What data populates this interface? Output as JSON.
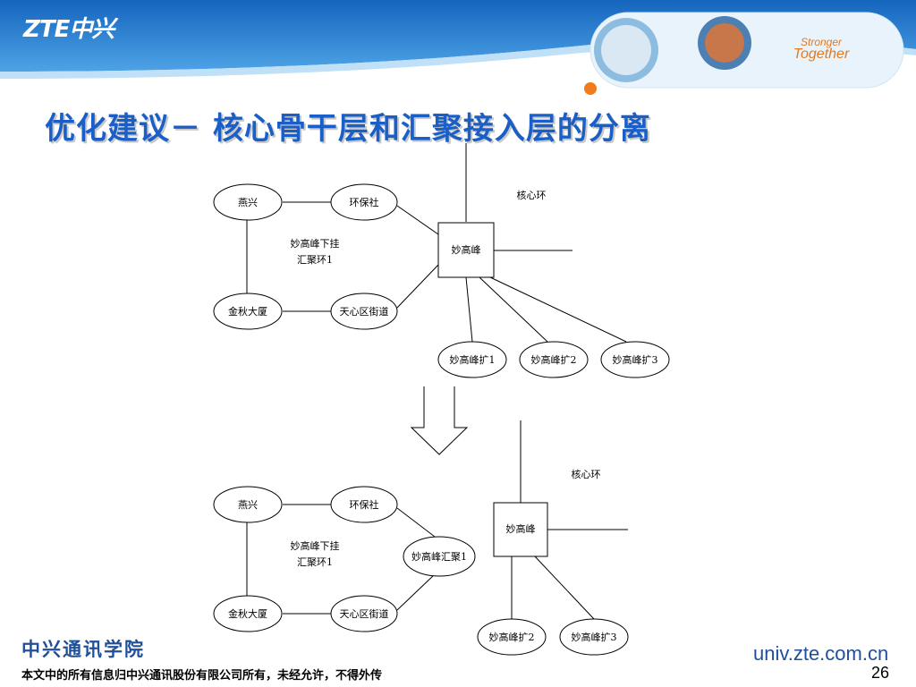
{
  "header": {
    "logo": "ZTE中兴",
    "slogan_line1": "Stronger",
    "slogan_line2": "Together"
  },
  "title": "优化建议－ 核心骨干层和汇聚接入层的分离",
  "diagram_top": {
    "ring_label_line1": "妙高峰下挂",
    "ring_label_line2": "汇聚环1",
    "core_ring_label": "核心环",
    "nodes": {
      "yanxing": "燕兴",
      "huanbaoshe": "环保社",
      "jinqiu": "金秋大厦",
      "tianxin": "天心区街道",
      "miaogaofeng": "妙高峰",
      "kuo1": "妙高峰扩1",
      "kuo2": "妙高峰扩2",
      "kuo3": "妙高峰扩3"
    }
  },
  "diagram_bottom": {
    "ring_label_line1": "妙高峰下挂",
    "ring_label_line2": "汇聚环1",
    "core_ring_label": "核心环",
    "nodes": {
      "yanxing": "燕兴",
      "huanbaoshe": "环保社",
      "jinqiu": "金秋大厦",
      "tianxin": "天心区街道",
      "huiju1": "妙高峰汇聚1",
      "miaogaofeng": "妙高峰",
      "kuo2": "妙高峰扩2",
      "kuo3": "妙高峰扩3"
    }
  },
  "footer": {
    "school": "中兴通讯学院",
    "copyright": "本文中的所有信息归中兴通讯股份有限公司所有，未经允许，不得外传",
    "url": "univ.zte.com.cn",
    "page_number": "26"
  },
  "colors": {
    "header_blue": "#1f73c8",
    "title_blue": "#1a5fc8",
    "slogan_orange": "#e07a24",
    "footer_blue": "#1f4f9b"
  }
}
